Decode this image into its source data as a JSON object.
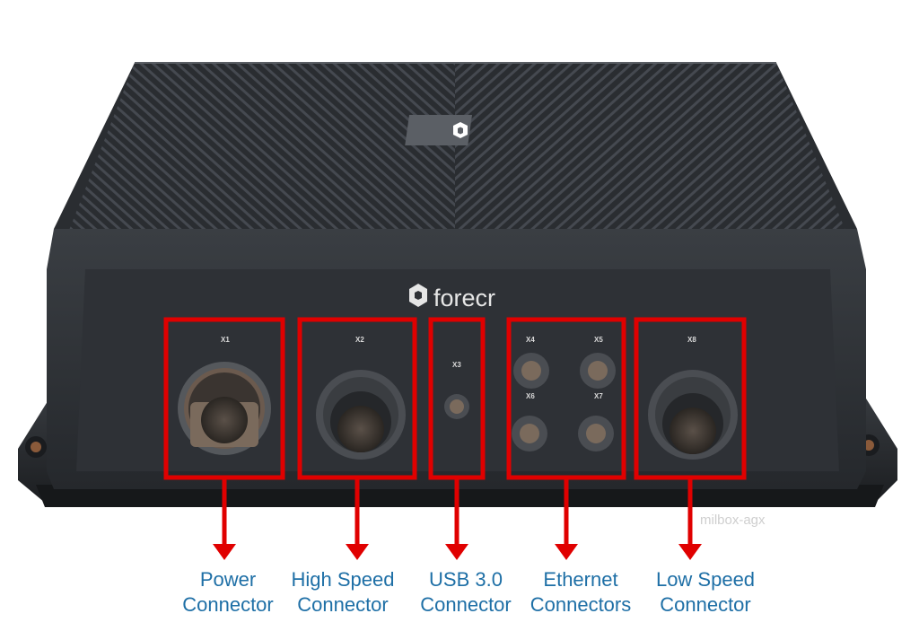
{
  "image": {
    "brand_logo_text": "forecr",
    "model_label": "milbox-agx",
    "highlight_color": "#e00000",
    "caption_color": "#1e6fa6"
  },
  "ports": {
    "x1": "X1",
    "x2": "X2",
    "x3": "X3",
    "x4": "X4",
    "x5": "X5",
    "x6": "X6",
    "x7": "X7",
    "x8": "X8"
  },
  "callouts": [
    {
      "line1": "Power",
      "line2": "Connector"
    },
    {
      "line1": "High Speed",
      "line2": "Connector"
    },
    {
      "line1": "USB 3.0",
      "line2": "Connector"
    },
    {
      "line1": "Ethernet",
      "line2": "Connectors"
    },
    {
      "line1": "Low Speed",
      "line2": "Connector"
    }
  ]
}
